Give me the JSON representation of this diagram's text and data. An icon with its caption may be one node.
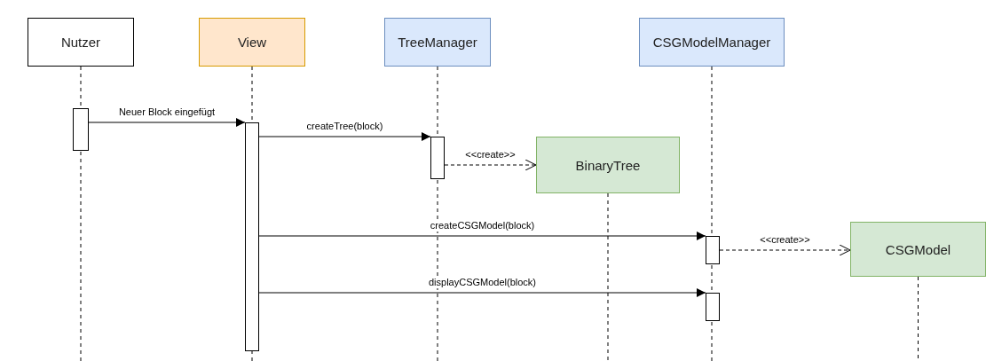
{
  "diagram": {
    "nodes": [
      {
        "text": [
          "Nutzer"
        ]
      },
      {
        "text": [
          "View"
        ]
      },
      {
        "text": [
          "TreeManager"
        ]
      },
      {
        "text": [
          "CSGModelManager"
        ]
      },
      {
        "text": [
          "BinaryTree"
        ]
      },
      {
        "text": [
          "CSGModel"
        ]
      },
      {
        "text": [],
        "shape": "bar"
      },
      {
        "text": [],
        "shape": "bar"
      },
      {
        "text": [],
        "shape": "bar"
      },
      {
        "text": [],
        "shape": "bar"
      },
      {
        "text": [],
        "shape": "bar"
      }
    ],
    "edges": [
      {
        "from": 6,
        "to": 7,
        "arrow": "to",
        "label": "Neuer Block eingefügt"
      },
      {
        "from": 7,
        "to": 8,
        "arrow": "to",
        "label": "createTree(block)"
      },
      {
        "from": 8,
        "to": 4,
        "arrow": "to",
        "label": "<<create>>",
        "style": "dashed"
      },
      {
        "from": 7,
        "to": 9,
        "arrow": "to",
        "label": "createCSGModel(block)"
      },
      {
        "from": 9,
        "to": 5,
        "arrow": "to",
        "label": "<<create>>",
        "style": "dashed"
      },
      {
        "from": 7,
        "to": 10,
        "arrow": "to",
        "label": "displayCSGModel(block)"
      }
    ]
  }
}
